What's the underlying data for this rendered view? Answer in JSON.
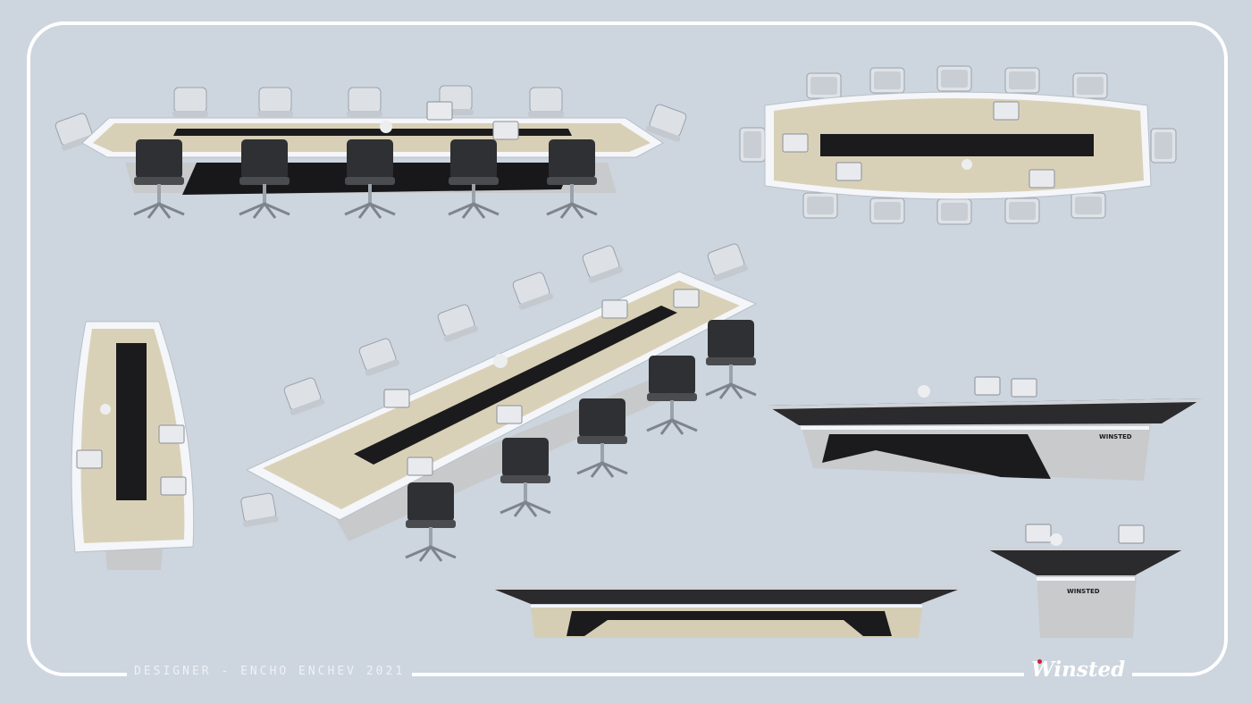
{
  "footer": {
    "designer_credit": "DESIGNER - ENCHO ENCHEV 2021",
    "brand_logo": "Winsted"
  },
  "table_logo": "WINSTED",
  "colors": {
    "background": "#cdd5df",
    "frame": "#ffffff",
    "tabletop_wood": "#d8d0b6",
    "table_edge": "#f2f5f9",
    "center_strip": "#1b1b1d",
    "base_grey": "#c7c8ca",
    "chair_black": "#2f3033",
    "chair_white": "#d7dbe1",
    "brand_accent": "#d0202a"
  },
  "views": [
    {
      "name": "front-perspective-view",
      "chairs": 12
    },
    {
      "name": "top-view",
      "chairs": 12
    },
    {
      "name": "end-top-view",
      "chairs": 0
    },
    {
      "name": "isometric-view",
      "chairs": 12
    },
    {
      "name": "side-view-left-angled",
      "chairs": 0
    },
    {
      "name": "end-elevation-view",
      "chairs": 0
    },
    {
      "name": "side-elevation-view",
      "chairs": 0
    }
  ]
}
